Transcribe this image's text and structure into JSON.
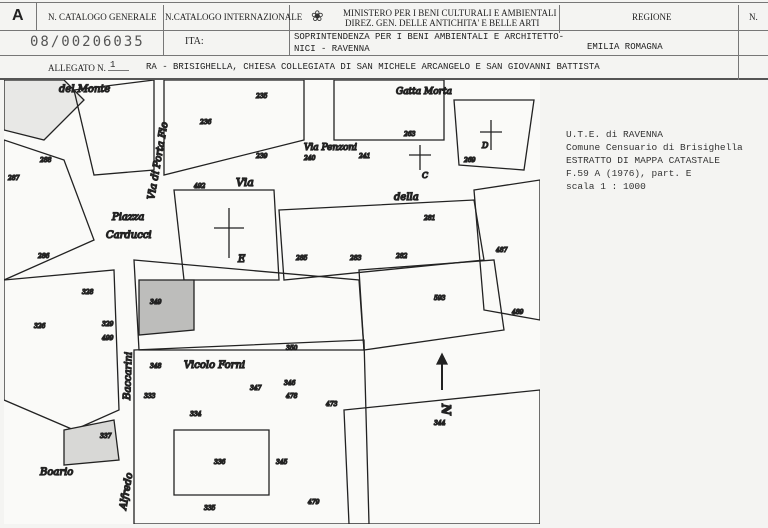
{
  "header": {
    "section_letter": "A",
    "catalogo_generale_label": "N. CATALOGO GENERALE",
    "catalogo_generale_value": "08/00206035",
    "catalogo_internazionale_label": "N.CATALOGO INTERNAZIONALE",
    "catalogo_internazionale_value": "ITA:",
    "ministero_line1": "MINISTERO PER I BENI CULTURALI E AMBIENTALI",
    "ministero_line2": "DIREZ. GEN. DELLE ANTICHITA' E BELLE ARTI",
    "soprintendenza_line1": "SOPRINTENDENZA PER I BENI AMBIENTALI E ARCHITETTO-",
    "soprintendenza_line2": "NICI - RAVENNA",
    "regione_label": "REGIONE",
    "regione_value": "EMILIA ROMAGNA",
    "n_label": "N.",
    "allegato_label": "ALLEGATO N.",
    "allegato_value": "1",
    "subject": "RA - BRISIGHELLA, CHIESA COLLEGIATA DI SAN MICHELE ARCANGELO E SAN GIOVANNI BATTISTA"
  },
  "legend": {
    "line1": "U.T.E. di RAVENNA",
    "line2": "Comune Censuario di Brisighella",
    "line3": "ESTRATTO DI MAPPA CATASTALE",
    "line4": "F.59 A (1976), part. E",
    "line5": "scala 1 : 1000"
  },
  "map": {
    "streets": [
      "del Monte",
      "Via di Porta Fio",
      "Gatta Morta",
      "Via Penzoni",
      "Via",
      "della",
      "Piazza",
      "Carducci",
      "Vicolo Forni",
      "Baccarini",
      "Alfredo",
      "Boario"
    ],
    "blocks": [
      "E",
      "C",
      "D"
    ],
    "north": "N",
    "parcels": [
      "235",
      "236",
      "239",
      "240",
      "241",
      "263",
      "269",
      "281",
      "283",
      "282",
      "285",
      "286",
      "287",
      "288",
      "326",
      "328",
      "329",
      "333",
      "334",
      "336",
      "337",
      "344",
      "345",
      "346",
      "347",
      "348",
      "349",
      "350",
      "335",
      "473",
      "478",
      "479",
      "487",
      "489",
      "492",
      "499",
      "593"
    ]
  }
}
